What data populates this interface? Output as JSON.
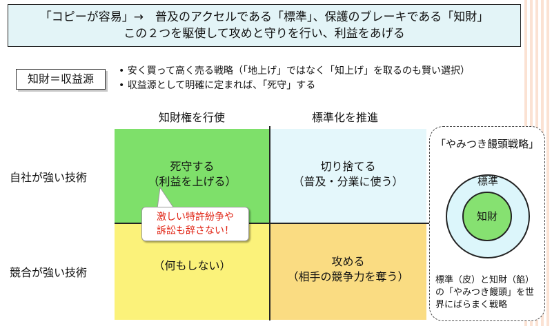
{
  "title": {
    "line1": "「コピーが容易」→　普及のアクセルである「標準」、保護のブレーキである「知財」",
    "line2": "この２つを駆使して攻めと守りを行い、利益をあげる"
  },
  "label_box": "知財＝収益源",
  "bullets": [
    "安く買って高く売る戦略（「地上げ」ではなく「知上げ」を取るのも賢い選択）",
    "収益源として明確に定まれば、「死守」する"
  ],
  "columns": [
    "知財権を行使",
    "標準化を推進"
  ],
  "rows": [
    "自社が強い技術",
    "競合が強い技術"
  ],
  "cells": {
    "top_left": [
      "死守する",
      "（利益を上げる）"
    ],
    "top_right": [
      "切り捨てる",
      "（普及・分業に使う）"
    ],
    "bottom_left": [
      "（何もしない）"
    ],
    "bottom_right": [
      "攻める",
      "（相手の競争力を奪う）"
    ]
  },
  "callout": [
    "激しい特許紛争や",
    "訴訟も辞さない！"
  ],
  "yamitsuki": {
    "title": "「やみつき饅頭戦略」",
    "outer_label": "標準",
    "inner_label": "知財",
    "description": [
      "標準（皮）と知財（餡）",
      "の「やみつき饅頭」を世",
      "界にばらまく戦略"
    ]
  },
  "colors": {
    "title_bg": "#e3f4f7",
    "cell_top_left": "#7ee06a",
    "cell_top_right": "#e4f7fb",
    "cell_bottom_left": "#fbf27a",
    "cell_bottom_right": "#fadc82",
    "callout_text": "#e02010",
    "outer_circle": "#dcf6fb",
    "inner_circle": "#86e171"
  }
}
